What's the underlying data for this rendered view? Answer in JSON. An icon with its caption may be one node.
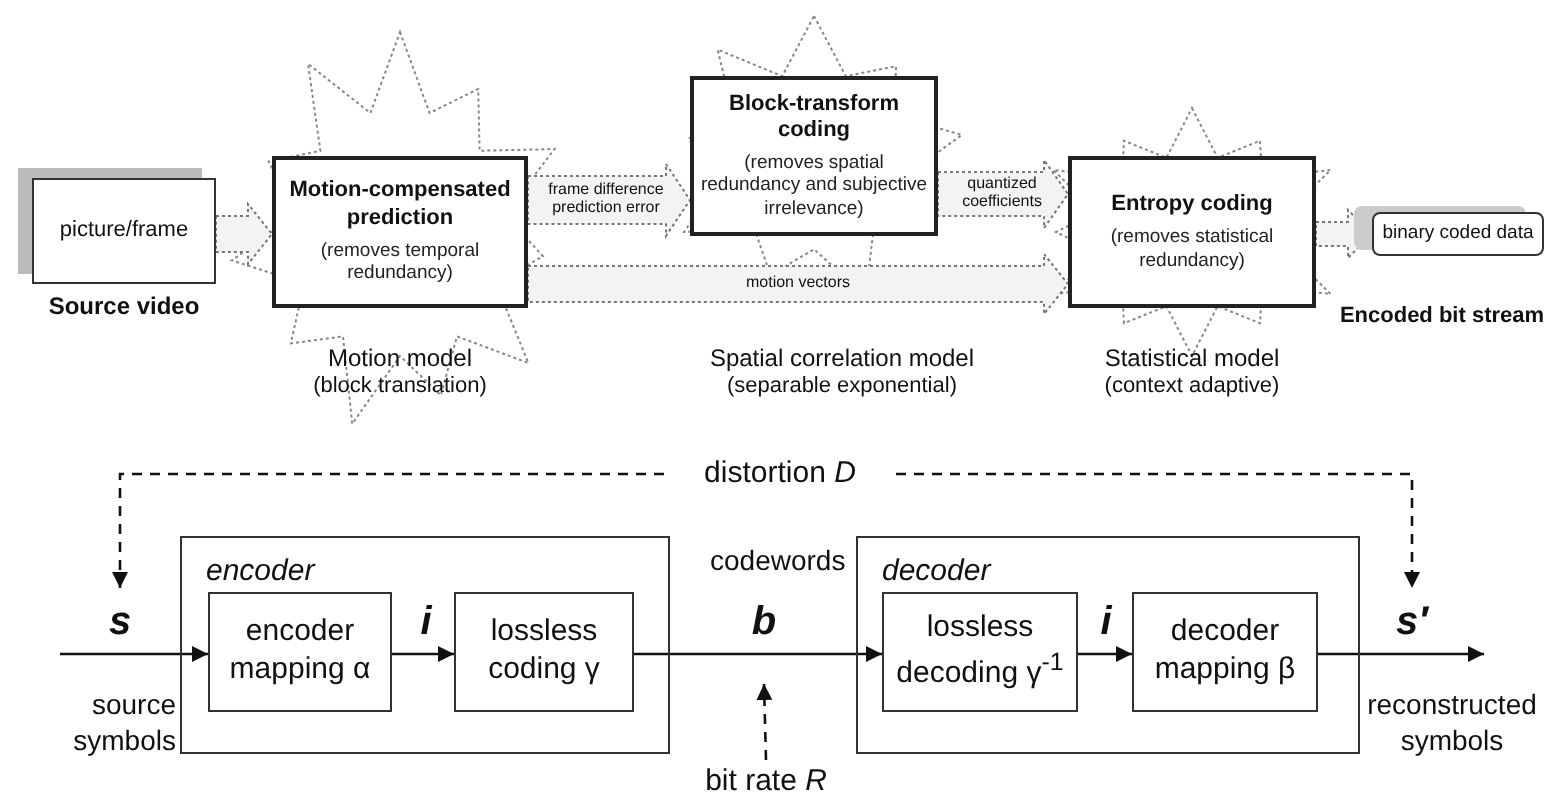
{
  "diagram": {
    "nodes": [
      {
        "text": [
          "picture/frame"
        ],
        "beside": [
          "Source video"
        ]
      },
      {
        "text": [
          "Motion-compensated prediction",
          "(removes temporal redundancy)"
        ]
      },
      {
        "text": [
          "Block-transform coding",
          "(removes spatial redundancy and subjective irrelevance)"
        ]
      },
      {
        "text": [
          "Entropy coding",
          "(removes statistical redundancy)"
        ]
      },
      {
        "text": [
          "binary coded data"
        ]
      },
      {
        "text": [
          "encoder"
        ]
      },
      {
        "text": [
          "encoder mapping α"
        ],
        "in": 5
      },
      {
        "text": [
          "lossless coding γ"
        ],
        "in": 5
      },
      {
        "text": [
          "decoder"
        ]
      },
      {
        "text": [
          "lossless decoding γ$^{-1}$"
        ],
        "in": 8
      },
      {
        "text": [
          "decoder mapping β"
        ],
        "in": 8
      },
      {
        "text": [
          "distortion *D*"
        ]
      },
      {
        "text": [
          "bit rate *R*"
        ]
      }
    ],
    "edges": [
      {
        "from": 0,
        "to": 1,
        "arrow": "to"
      },
      {
        "from": 1,
        "to": 2,
        "arrow": "to",
        "label": "frame difference prediction error"
      },
      {
        "from": 2,
        "to": 3,
        "arrow": "to",
        "label": "quantized coefficients"
      },
      {
        "from": 1,
        "to": 3,
        "arrow": "to",
        "label": "motion vectors"
      },
      {
        "from": 3,
        "to": 4,
        "arrow": "to"
      },
      {
        "from": null,
        "to": 6,
        "arrow": "to",
        "label": "s"
      },
      {
        "from": 6,
        "to": 7,
        "arrow": "to",
        "label": "i"
      },
      {
        "from": 7,
        "to": 9,
        "arrow": "to",
        "label": "b"
      },
      {
        "from": 9,
        "to": 10,
        "arrow": "to",
        "label": "i"
      },
      {
        "from": 10,
        "to": null,
        "arrow": "to",
        "label": "s′"
      },
      {
        "from": 11,
        "to": null,
        "arrow": "to",
        "style": "dashed"
      },
      {
        "from": 11,
        "to": null,
        "arrow": "to",
        "style": "dashed"
      },
      {
        "from": 12,
        "to": null,
        "arrow": "to",
        "style": "dashed"
      }
    ],
    "labels": [
      "Encoded bit stream",
      "Motion model",
      "(block translation)",
      "Spatial correlation model",
      "(separable exponential)",
      "Statistical model",
      "(context adaptive)",
      "source symbols",
      "codewords",
      "reconstructed symbols"
    ]
  }
}
